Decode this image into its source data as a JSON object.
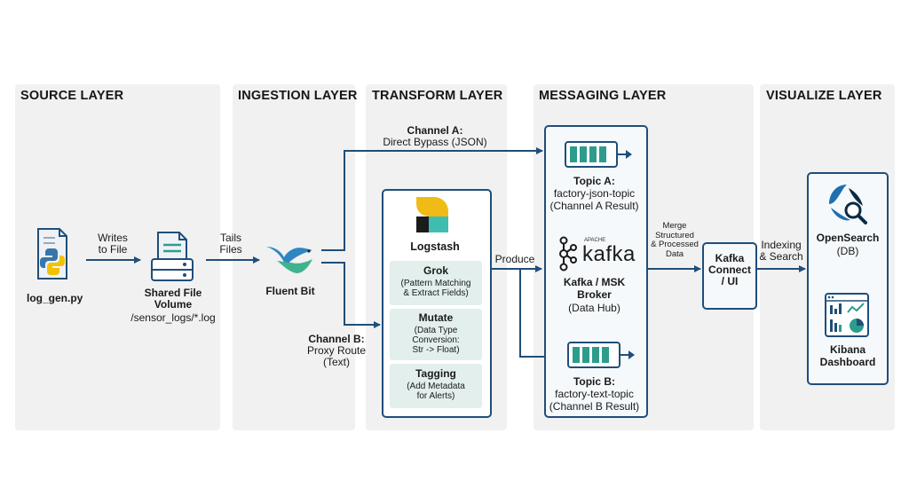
{
  "layers": {
    "source": "SOURCE LAYER",
    "ingestion": "INGESTION LAYER",
    "transform": "TRANSFORM LAYER",
    "messaging": "MESSAGING LAYER",
    "visualize": "VISUALIZE LAYER"
  },
  "source": {
    "script": "log_gen.py"
  },
  "volume": {
    "title_line1": "Shared File",
    "title_line2": "Volume",
    "path": "/sensor_logs/*.log"
  },
  "edges": {
    "writes_line1": "Writes",
    "writes_line2": "to File",
    "tails_line1": "Tails",
    "tails_line2": "Files",
    "produce": "Produce",
    "merge_line1": "Merge",
    "merge_line2": "Structured",
    "merge_line3": "& Processed",
    "merge_line4": "Data",
    "indexing_line1": "Indexing",
    "indexing_line2": "& Search"
  },
  "fluentbit": {
    "label": "Fluent Bit"
  },
  "channel_a": {
    "title": "Channel A:",
    "desc": "Direct Bypass (JSON)"
  },
  "channel_b": {
    "title": "Channel B:",
    "desc_line1": "Proxy Route",
    "desc_line2": "(Text)"
  },
  "logstash": {
    "title": "Logstash",
    "grok": {
      "title": "Grok",
      "line1": "(Pattern Matching",
      "line2": "& Extract Fields)"
    },
    "mutate": {
      "title": "Mutate",
      "line1": "(Data Type",
      "line2": "Conversion:",
      "line3": "Str -> Float)"
    },
    "tagging": {
      "title": "Tagging",
      "line1": "(Add Metadata",
      "line2": "for Alerts)"
    }
  },
  "topic_a": {
    "title": "Topic A:",
    "name": "factory-json-topic",
    "note": "(Channel A Result)"
  },
  "kafka": {
    "brand_small": "APACHE",
    "brand": "kafka",
    "title_line1": "Kafka / MSK",
    "title_line2": "Broker",
    "note": "(Data Hub)"
  },
  "topic_b": {
    "title": "Topic B:",
    "name": "factory-text-topic",
    "note": "(Channel B Result)"
  },
  "kafka_connect": {
    "line1": "Kafka",
    "line2": "Connect",
    "line3": "/ UI"
  },
  "opensearch": {
    "title": "OpenSearch",
    "note": "(DB)"
  },
  "kibana": {
    "line1": "Kibana",
    "line2": "Dashboard"
  },
  "colors": {
    "arrow": "#1f4e79",
    "panel": "#f1f1f1",
    "sub_box": "#e2efec",
    "queue": "#2e9c8c"
  }
}
